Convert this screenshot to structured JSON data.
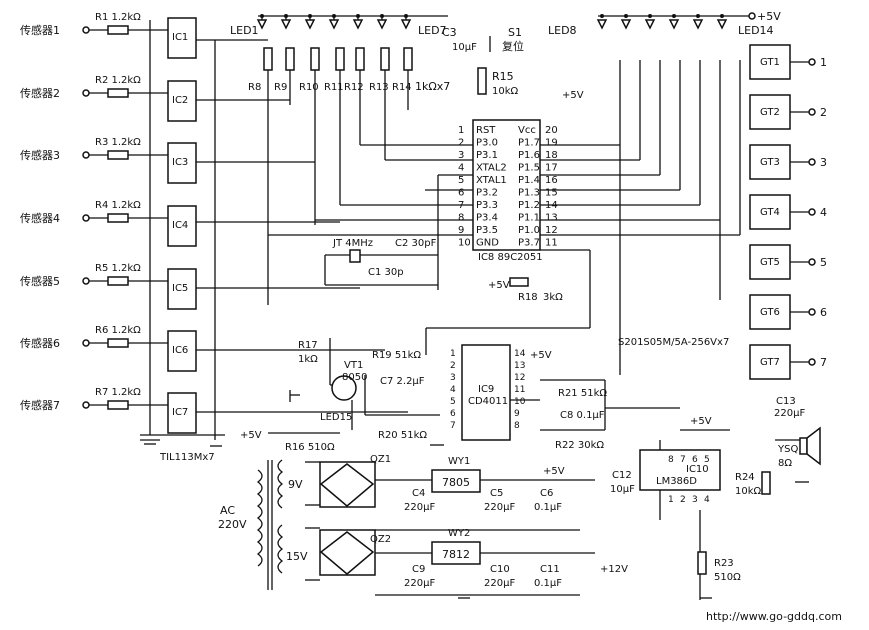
{
  "sensors": [
    "传感器1",
    "传感器2",
    "传感器3",
    "传感器4",
    "传感器5",
    "传感器6",
    "传感器7"
  ],
  "sensor_resistors": [
    "R1  1.2kΩ",
    "R2  1.2kΩ",
    "R3  1.2kΩ",
    "R4  1.2kΩ",
    "R5  1.2kΩ",
    "R6  1.2kΩ",
    "R7  1.2kΩ"
  ],
  "optocouplers": [
    "IC1",
    "IC2",
    "IC3",
    "IC4",
    "IC5",
    "IC6",
    "IC7"
  ],
  "optocoupler_note": "TIL113Mx7",
  "leds_left": {
    "first": "LED1",
    "last": "LED7"
  },
  "leds_right": {
    "first": "LED8",
    "last": "LED14"
  },
  "pullups": [
    "R8",
    "R9",
    "R10",
    "R11",
    "R12",
    "R13",
    "R14"
  ],
  "pullup_value": "1kΩx7",
  "reset": {
    "cap": "C3",
    "cap_val": "10μF",
    "switch": "S1",
    "switch_label": "复位",
    "res": "R15",
    "res_val": "10kΩ"
  },
  "mcu": {
    "name": "IC8  89C2051",
    "left_pins": [
      {
        "num": "1",
        "name": "RST"
      },
      {
        "num": "2",
        "name": "P3.0"
      },
      {
        "num": "3",
        "name": "P3.1"
      },
      {
        "num": "4",
        "name": "XTAL2"
      },
      {
        "num": "5",
        "name": "XTAL1"
      },
      {
        "num": "6",
        "name": "P3.2"
      },
      {
        "num": "7",
        "name": "P3.3"
      },
      {
        "num": "8",
        "name": "P3.4"
      },
      {
        "num": "9",
        "name": "P3.5"
      },
      {
        "num": "10",
        "name": "GND"
      }
    ],
    "right_pins": [
      {
        "num": "20",
        "name": "Vcc"
      },
      {
        "num": "19",
        "name": "P1.7"
      },
      {
        "num": "18",
        "name": "P1.6"
      },
      {
        "num": "17",
        "name": "P1.5"
      },
      {
        "num": "16",
        "name": "P1.4"
      },
      {
        "num": "15",
        "name": "P1.3"
      },
      {
        "num": "14",
        "name": "P1.2"
      },
      {
        "num": "13",
        "name": "P1.1"
      },
      {
        "num": "12",
        "name": "P1.0"
      },
      {
        "num": "11",
        "name": "P3.7"
      }
    ]
  },
  "crystal": {
    "jt": "JT  4MHz",
    "c1": "C1  30p",
    "c2": "C2  30pF"
  },
  "r18": {
    "label": "R18",
    "value": "3kΩ",
    "supply": "+5V"
  },
  "supply_top": "+5V",
  "supply_mcu": "+5V",
  "ssr": {
    "names": [
      "GT1",
      "GT2",
      "GT3",
      "GT4",
      "GT5",
      "GT6",
      "GT7"
    ],
    "outputs": [
      "1",
      "2",
      "3",
      "4",
      "5",
      "6",
      "7"
    ],
    "note": "S201S05M/5A-256Vx7"
  },
  "ic9": {
    "name": "IC9",
    "part": "CD4011",
    "left_pins": [
      "1",
      "2",
      "3",
      "4",
      "5",
      "6",
      "7"
    ],
    "right_pins": [
      "14",
      "13",
      "12",
      "11",
      "10",
      "9",
      "8"
    ],
    "supply": "+5V"
  },
  "ic9_parts": {
    "r19": "R19  51kΩ",
    "c7": "C7  2.2μF",
    "r20": "R20  51kΩ",
    "r21": "R21  51kΩ",
    "c8": "C8  0.1μF",
    "r22": "R22  30kΩ"
  },
  "transistor": {
    "r17": "R17",
    "r17_val": "1kΩ",
    "vt1": "VT1",
    "vt1_part": "8050",
    "led15": "LED15",
    "r16": "R16  510Ω",
    "supply": "+5V"
  },
  "amp": {
    "name": "IC10",
    "part": "LM386D",
    "pins_top": [
      "8",
      "7",
      "6",
      "5"
    ],
    "pins_bottom": [
      "1",
      "2",
      "3",
      "4"
    ],
    "c12": "C12",
    "c12_val": "10μF",
    "c13": "C13",
    "c13_val": "220μF",
    "r24": "R24",
    "r24_val": "10kΩ",
    "r23": "R23",
    "r23_val": "510Ω",
    "speaker": "YSQ",
    "speaker_val": "8Ω",
    "supply": "+5V"
  },
  "power": {
    "ac": "AC",
    "ac_v": "220V",
    "v9": "9V",
    "v15": "15V",
    "qz1": "QZ1",
    "qz2": "QZ2",
    "wy1": "WY1",
    "wy2": "WY2",
    "reg1": "7805",
    "reg2": "7812",
    "c4": "C4",
    "c4_val": "220μF",
    "c5": "C5",
    "c5_val": "220μF",
    "c6": "C6",
    "c6_val": "0.1μF",
    "c9": "C9",
    "c9_val": "220μF",
    "c10": "C10",
    "c10_val": "220μF",
    "c11": "C11",
    "c11_val": "0.1μF",
    "out5": "+5V",
    "out12": "+12V"
  },
  "watermark": "http://www.go-gddq.com"
}
